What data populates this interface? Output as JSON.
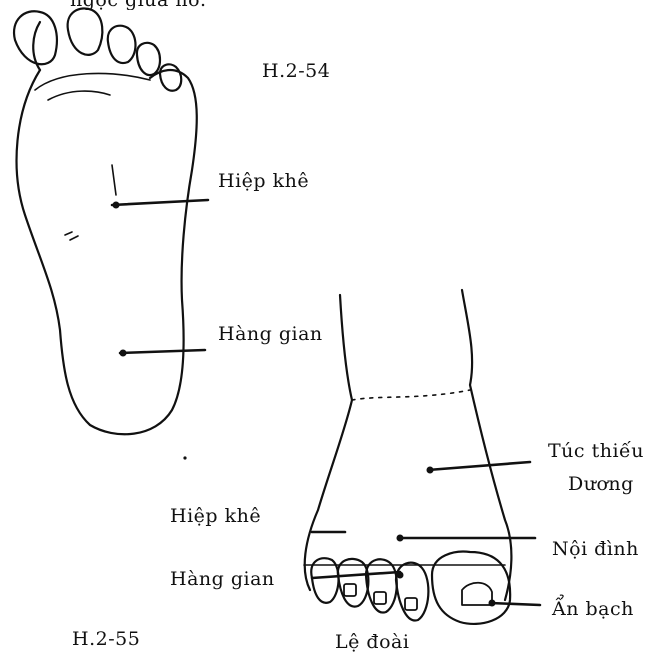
{
  "top_caption": "ngọc giữa nơ.",
  "figures": {
    "h254": {
      "code": "H.2-54",
      "labels": {
        "hiep_khe": "Hiệp khê",
        "hang_gian": "Hàng gian"
      }
    },
    "h255": {
      "code": "H.2-55",
      "labels": {
        "tuc_thieu_line1": "Túc thiếu",
        "tuc_thieu_line2": "Dương",
        "hiep_khe": "Hiệp khê",
        "noi_dinh": "Nội đình",
        "hang_gian": "Hàng gian",
        "an_bach": "Ẩn bạch",
        "le_doai": "Lệ đoài"
      }
    }
  },
  "colors": {
    "ink": "#111111",
    "paper": "#ffffff"
  }
}
